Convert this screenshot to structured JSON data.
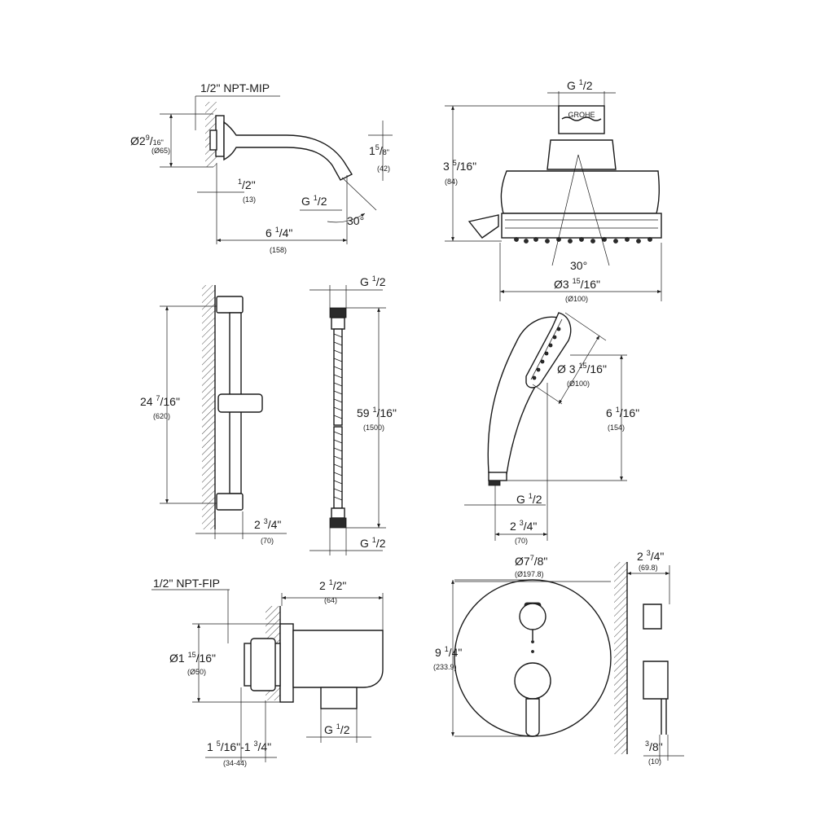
{
  "shower_arm": {
    "thread_label": "NPT-MIP",
    "thread_frac": "1/2\"",
    "flange_dia_whole": "Ø2",
    "flange_dia_frac_num": "9",
    "flange_dia_frac_den": "16\"",
    "flange_dia_mm": "(Ø65)",
    "drop_whole": "1",
    "drop_num": "5",
    "drop_den": "8\"",
    "drop_mm": "(42)",
    "flange_depth_num": "1",
    "flange_depth_den": "2\"",
    "flange_depth_mm": "(13)",
    "outlet_thread": "G",
    "outlet_thread_num": "1",
    "outlet_thread_den": "2",
    "angle": "30°",
    "length_whole": "6",
    "length_num": "1",
    "length_den": "4\"",
    "length_mm": "(158)"
  },
  "head_shower": {
    "thread": "G",
    "thread_num": "1",
    "thread_den": "2",
    "brand_mark": "GROHE",
    "height_whole": "3",
    "height_num": "5",
    "height_den": "16\"",
    "height_mm": "(84)",
    "spray_angle": "30°",
    "dia_whole": "Ø3",
    "dia_num": "15",
    "dia_den": "16\"",
    "dia_mm": "(Ø100)"
  },
  "rail": {
    "length_whole": "24",
    "length_num": "7",
    "length_den": "16\"",
    "length_mm": "(620)",
    "depth_whole": "2",
    "depth_num": "3",
    "depth_den": "4\"",
    "depth_mm": "(70)"
  },
  "hose": {
    "top_thread": "G",
    "top_num": "1",
    "top_den": "2",
    "length_whole": "59",
    "length_num": "1",
    "length_den": "16\"",
    "length_mm": "(1500)",
    "bottom_thread": "G",
    "bottom_num": "1",
    "bottom_den": "2"
  },
  "hand_shower": {
    "dia_whole": "Ø 3",
    "dia_num": "15",
    "dia_den": "16\"",
    "dia_mm": "(Ø100)",
    "height_whole": "6",
    "height_num": "1",
    "height_den": "16\"",
    "height_mm": "(154)",
    "thread": "G",
    "thread_num": "1",
    "thread_den": "2",
    "depth_whole": "2",
    "depth_num": "3",
    "depth_den": "4\"",
    "depth_mm": "(70)"
  },
  "outlet_elbow": {
    "thread_label": "NPT-FIP",
    "thread_frac": "1/2\"",
    "proj_whole": "2",
    "proj_num": "1",
    "proj_den": "2\"",
    "proj_mm": "(64)",
    "dia_whole": "Ø1",
    "dia_num": "15",
    "dia_den": "16\"",
    "dia_mm": "(Ø50)",
    "outlet_thread": "G",
    "outlet_num": "1",
    "outlet_den": "2",
    "range_text": "1",
    "range_a_num": "5",
    "range_a_den": "16\"",
    "range_mid": "-1",
    "range_b_num": "3",
    "range_b_den": "4\"",
    "range_mm": "(34-44)"
  },
  "valve_trim": {
    "dia_whole": "Ø7",
    "dia_num": "7",
    "dia_den": "8\"",
    "dia_mm": "(Ø197.8)",
    "height_whole": "9",
    "height_num": "1",
    "height_den": "4\"",
    "height_mm": "(233.9)",
    "depth_whole": "2",
    "depth_num": "3",
    "depth_den": "4\"",
    "depth_mm": "(69.8)",
    "lever_num": "3",
    "lever_den": "8\"",
    "lever_mm": "(10)"
  },
  "colors": {
    "line": "#1a1a1a",
    "background": "#ffffff"
  }
}
